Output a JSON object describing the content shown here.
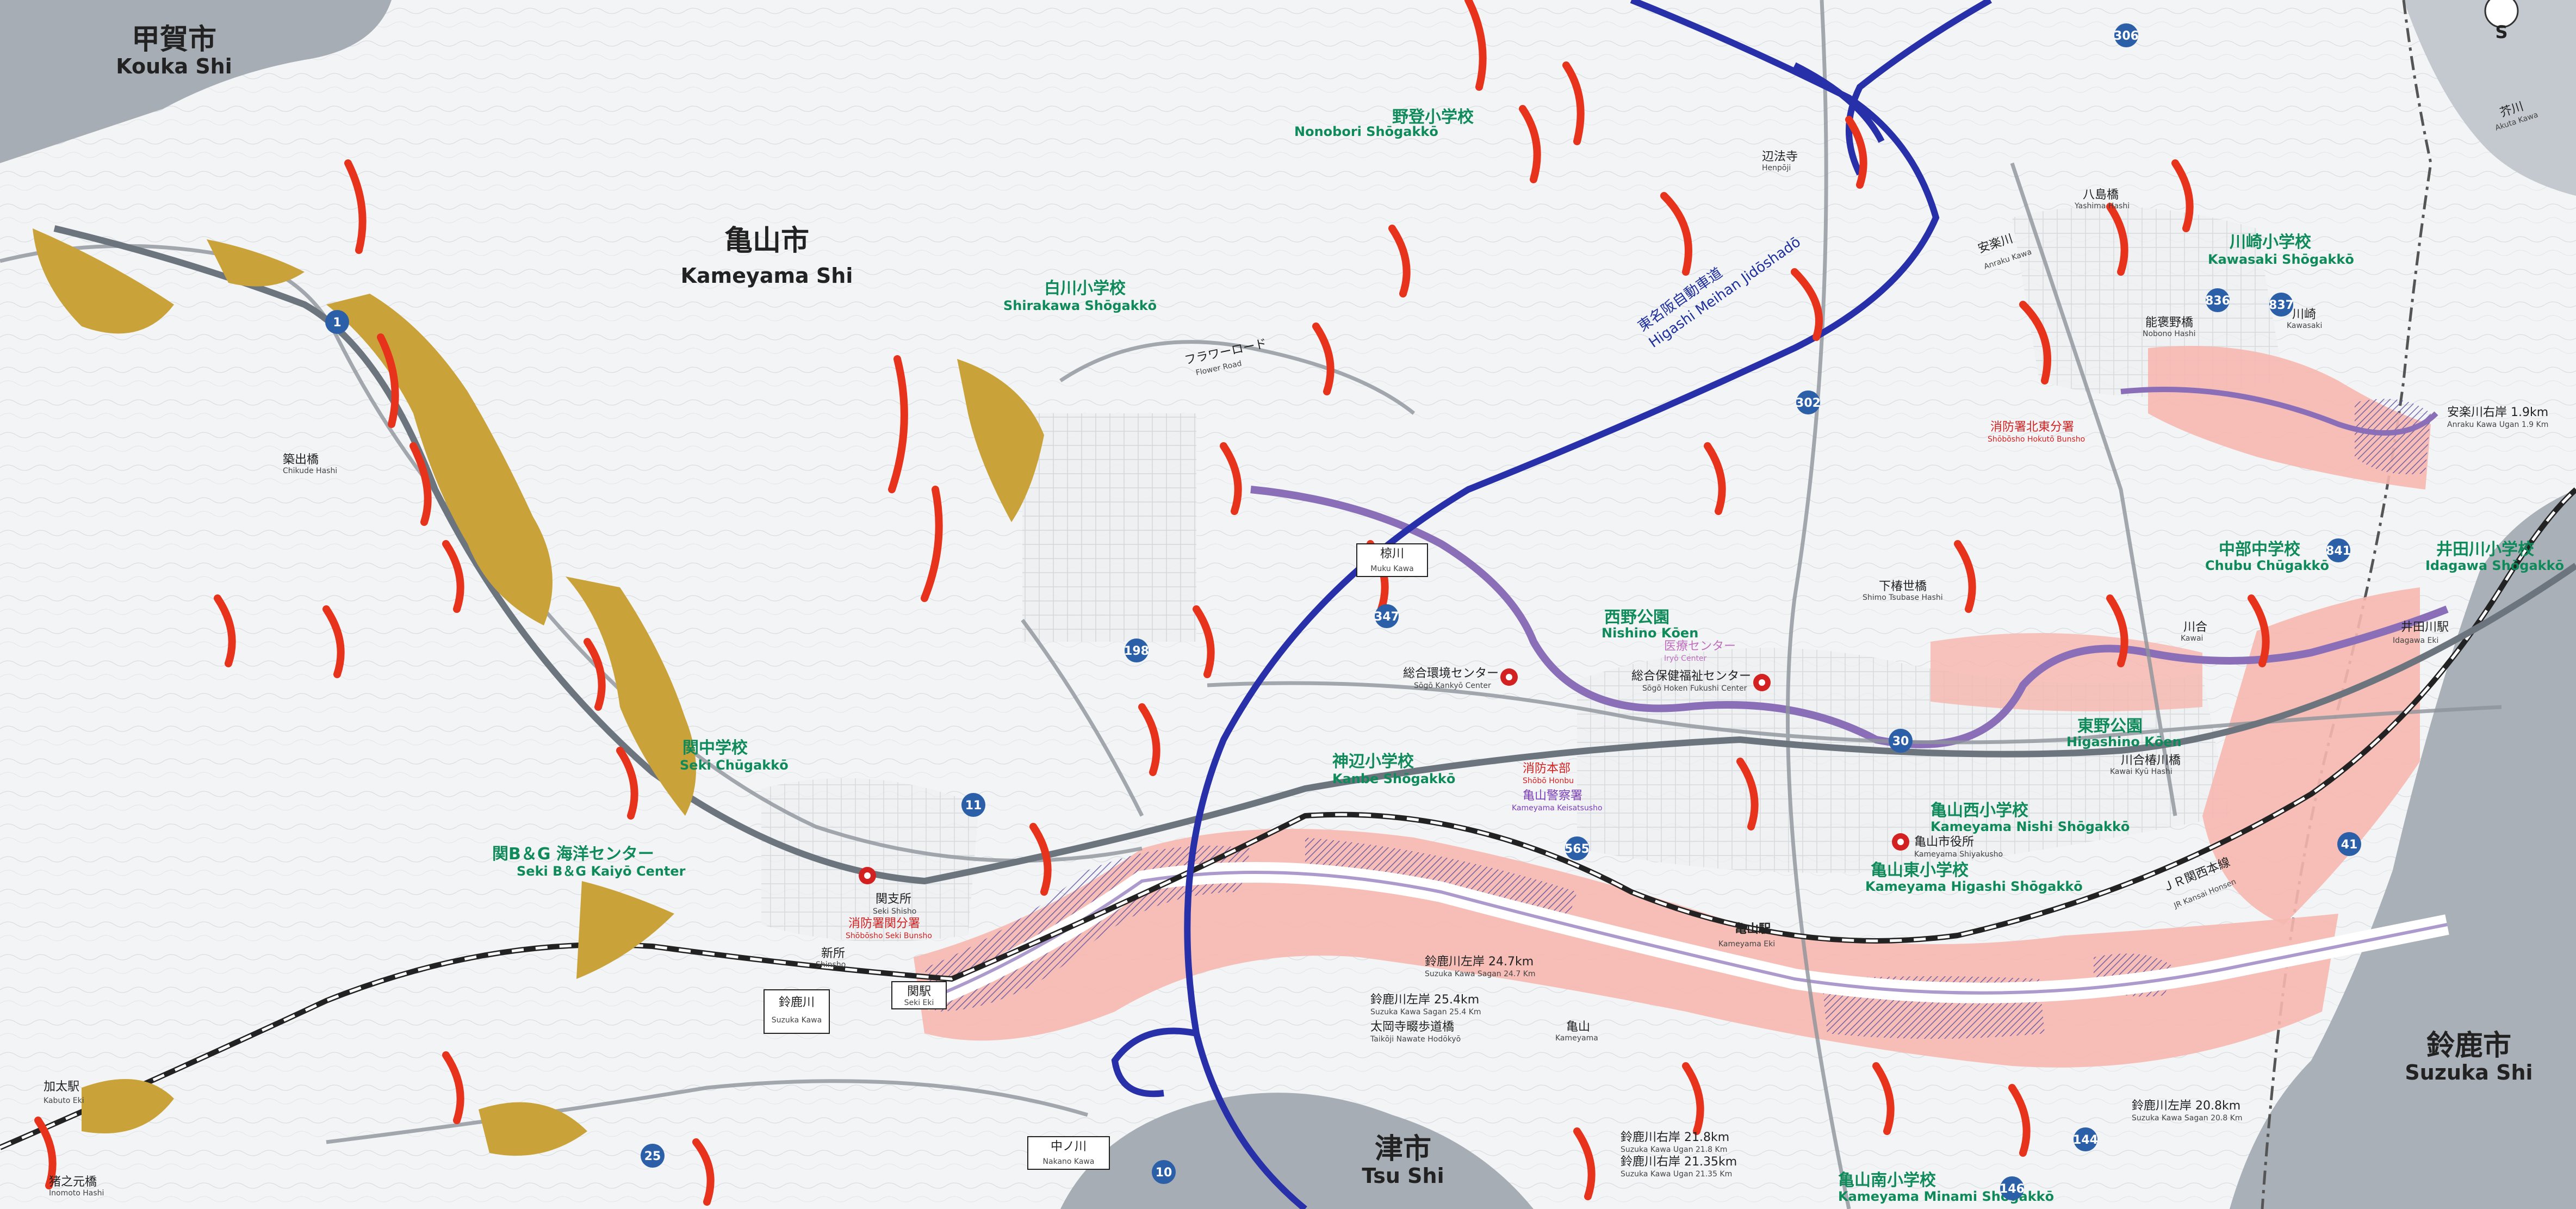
{
  "municipalities": [
    {
      "id": "kouka",
      "ja": "甲賀市",
      "romaji": "Kouka Shi"
    },
    {
      "id": "kameyama",
      "ja": "亀山市",
      "romaji": "Kameyama Shi"
    },
    {
      "id": "tsu",
      "ja": "津市",
      "romaji": "Tsu Shi"
    },
    {
      "id": "suzuka",
      "ja": "鈴鹿市",
      "romaji": "Suzuka Shi"
    }
  ],
  "schools": [
    {
      "id": "nonobori",
      "ja": "野登小学校",
      "romaji": "Nonobori Shōgakkō"
    },
    {
      "id": "shirakawa",
      "ja": "白川小学校",
      "romaji": "Shirakawa Shōgakkō"
    },
    {
      "id": "kawasaki",
      "ja": "川崎小学校",
      "romaji": "Kawasaki Shōgakkō"
    },
    {
      "id": "chubu",
      "ja": "中部中学校",
      "romaji": "Chubu Chūgakkō"
    },
    {
      "id": "idagawa",
      "ja": "井田川小学校",
      "romaji": "Idagawa Shōgakkō"
    },
    {
      "id": "seki-chu",
      "ja": "関中学校",
      "romaji": "Seki Chūgakkō"
    },
    {
      "id": "kanbe",
      "ja": "神辺小学校",
      "romaji": "Kanbe Shōgakkō"
    },
    {
      "id": "kameyama-nishi",
      "ja": "亀山西小学校",
      "romaji": "Kameyama Nishi Shōgakkō"
    },
    {
      "id": "kameyama-higashi",
      "ja": "亀山東小学校",
      "romaji": "Kameyama Higashi Shōgakkō"
    },
    {
      "id": "kameyama-minami",
      "ja": "亀山南小学校",
      "romaji": "Kameyama Minami Shōgakkō"
    },
    {
      "id": "seki-bg",
      "ja": "関B＆G 海洋センター",
      "romaji": "Seki B＆G Kaiyō Center"
    }
  ],
  "parks": [
    {
      "id": "nishino",
      "ja": "西野公園",
      "romaji": "Nishino Kōen"
    },
    {
      "id": "higashino",
      "ja": "東野公園",
      "romaji": "Higashino Kōen"
    }
  ],
  "facilities": [
    {
      "id": "sogo-kankyo",
      "ja": "総合環境センター",
      "romaji": "Sōgō Kankyō Center"
    },
    {
      "id": "sogo-hoken",
      "ja": "総合保健福祉センター",
      "romaji": "Sōgō Hoken Fukushi Center"
    },
    {
      "id": "iryo",
      "ja": "医療センター",
      "romaji": "Iryō Center"
    },
    {
      "id": "seki-shisho",
      "ja": "関支所",
      "romaji": "Seki Shisho"
    },
    {
      "id": "city-hall",
      "ja": "亀山市役所",
      "romaji": "Kameyama Shiyakusho"
    }
  ],
  "fire_stations": [
    {
      "id": "honbu",
      "ja": "消防本部",
      "romaji": "Shōbō Honbu"
    },
    {
      "id": "seki-bunsho",
      "ja": "消防署関分署",
      "romaji": "Shōbōsho Seki Bunsho"
    },
    {
      "id": "hokutou-bunsho",
      "ja": "消防署北東分署",
      "romaji": "Shōbōsho Hokutō Bunsho"
    }
  ],
  "police": [
    {
      "id": "kameyama-keisatsu",
      "ja": "亀山警察署",
      "romaji": "Kameyama Keisatsusho"
    }
  ],
  "rivers": [
    {
      "id": "suzuka",
      "ja": "鈴鹿川",
      "romaji": "Suzuka Kawa"
    },
    {
      "id": "muku",
      "ja": "椋川",
      "romaji": "Muku Kawa"
    },
    {
      "id": "nakano",
      "ja": "中ノ川",
      "romaji": "Nakano Kawa"
    },
    {
      "id": "anraku",
      "ja": "安楽川",
      "romaji": "Anraku Kawa"
    },
    {
      "id": "akuta",
      "ja": "芥川",
      "romaji": "Akuta Kawa"
    }
  ],
  "stations": [
    {
      "id": "seki",
      "ja": "関駅",
      "romaji": "Seki Eki"
    },
    {
      "id": "kameyama",
      "ja": "亀山駅",
      "romaji": "Kameyama Eki"
    },
    {
      "id": "idagawa",
      "ja": "井田川駅",
      "romaji": "Idagawa Eki"
    },
    {
      "id": "kabuto",
      "ja": "加太駅",
      "romaji": "Kabuto Eki"
    }
  ],
  "railways": [
    {
      "id": "kansai",
      "ja": "ＪＲ関西本線",
      "romaji": "JR Kansai Honsen"
    }
  ],
  "roads": [
    {
      "id": "higashi-meihan",
      "ja": "東名阪自動車道",
      "romaji": "Higashi Meihan Jidōshadō"
    },
    {
      "id": "flower",
      "ja": "フラワーロード",
      "romaji": "Flower Road"
    }
  ],
  "route_numbers": [
    "1",
    "11",
    "25",
    "10",
    "302",
    "306",
    "347",
    "565",
    "41",
    "144",
    "146",
    "836",
    "837",
    "841",
    "198",
    "30"
  ],
  "gauges": [
    {
      "id": "g1",
      "ja": "鈴鹿川左岸 24.7km",
      "romaji": "Suzuka Kawa Sagan 24.7 Km"
    },
    {
      "id": "g2",
      "ja": "鈴鹿川左岸 25.4km",
      "romaji": "Suzuka Kawa Sagan 25.4 Km"
    },
    {
      "id": "g3",
      "ja": "太岡寺畷歩道橋",
      "romaji": "Taikōji Nawate Hodōkyō"
    },
    {
      "id": "g4",
      "ja": "鈴鹿川右岸 21.8km",
      "romaji": "Suzuka Kawa Ugan 21.8 Km"
    },
    {
      "id": "g5",
      "ja": "鈴鹿川右岸 21.35km",
      "romaji": "Suzuka Kawa Ugan 21.35 Km"
    },
    {
      "id": "g6",
      "ja": "鈴鹿川左岸 20.8km",
      "romaji": "Suzuka Kawa Sagan 20.8 Km"
    },
    {
      "id": "g7",
      "ja": "安楽川右岸 1.9km",
      "romaji": "Anraku Kawa Ugan 1.9 Km"
    }
  ],
  "places": [
    {
      "id": "chikude",
      "ja": "築出橋",
      "romaji": "Chikude Hashi"
    },
    {
      "id": "henpoji",
      "ja": "辺法寺",
      "romaji": "Henpōji"
    },
    {
      "id": "yashima",
      "ja": "八島橋",
      "romaji": "Yashima Hashi"
    },
    {
      "id": "nobono",
      "ja": "能褒野橋",
      "romaji": "Nobono Hashi"
    },
    {
      "id": "kawasaki",
      "ja": "川崎",
      "romaji": "Kawasaki"
    },
    {
      "id": "shimotsubai",
      "ja": "下椿世橋",
      "romaji": "Shimo Tsubase Hashi"
    },
    {
      "id": "kawai",
      "ja": "川合",
      "romaji": "Kawai"
    },
    {
      "id": "kawaigyo",
      "ja": "川合椿川橋",
      "romaji": "Kawai Kyū Hashi"
    },
    {
      "id": "kameyama-pt",
      "ja": "亀山",
      "romaji": "Kameyama"
    },
    {
      "id": "shinsho",
      "ja": "新所",
      "romaji": "Shinsho"
    },
    {
      "id": "nishinomotobashi",
      "ja": "猪之元橋",
      "romaji": "Inomoto Hashi"
    }
  ],
  "compass": {
    "label": "S"
  },
  "colors": {
    "hazard_red": "#e8331c",
    "hazard_orange": "#f29a1c",
    "landslide_gold": "#c9a23a",
    "flood_pink": "#f6b8b0",
    "flood_hatch": "#5a4d9e",
    "expressway": "#2730a8",
    "river_purple": "#8a6fb8",
    "school_green": "#0f8a5a",
    "neighbor_grey": "#9aa3ad"
  }
}
